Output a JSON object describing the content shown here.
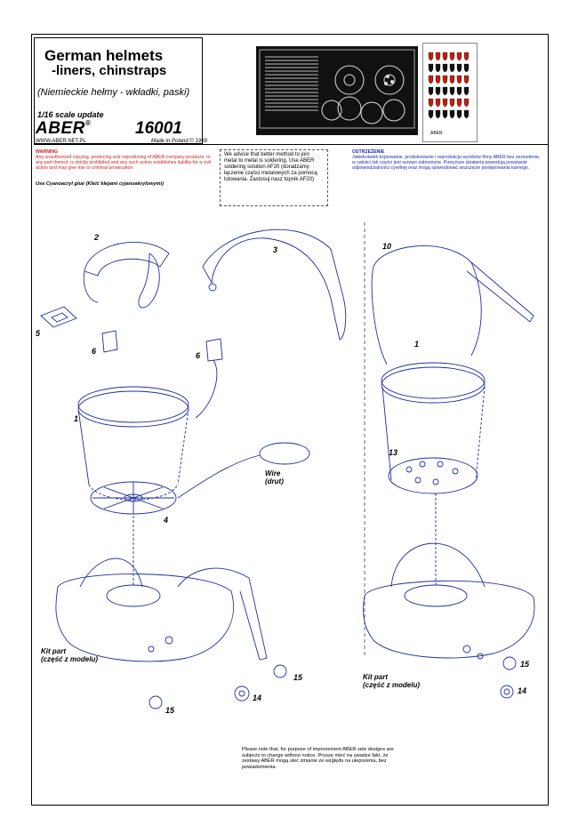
{
  "title": {
    "line1": "German helmets",
    "line2": "-liners, chinstraps",
    "polish": "(Niemieckie hełmy - wkładki, paski)",
    "scale": "1/16 scale update",
    "brand": "ABER",
    "reg": "®",
    "code": "16001",
    "url": "WWW.ABER.NET.PL",
    "made": "Made in Poland © 1999"
  },
  "warning": {
    "heading": "WARNING",
    "text": "Any unauthorized copying, producing and reproducing of ABER company products, or any part thereof, is strictly prohibited and any such action establishes liability for a civil action and may give rise to criminal prosecution.",
    "glue": "Use Cyanoacryl glue (Kleić klejami cyjanoakrylowymi)"
  },
  "tip": {
    "text": "We advise that better method to join metal to metal is soldering. Use ABER soldering solution AF20 (doradzamy łączenie części metalowych za pomocą lutowania. Zastosuj nasz topnik AF20)"
  },
  "ostrzezenie": {
    "heading": "OSTRZEŻENIE",
    "text": "Jakiekolwiek kopiowanie, produkowanie i reprodukcja wyrobów firmy ABER bez zezwolenia, w całości lub części jest surowo zabronione. Powyższe działania powodują powstanie odpowiedzialności cywilnej oraz mogą spowodować wszczęcie postępowania karnego."
  },
  "footer_note": "Please note that, for purpose of improvement ABER sets designs are subjects to change without notice. Proszę mieć na uwadze fakt, że zestawy ABER mogą ulec zmianie ze względu na ulepszenia, bez powiadomienia.",
  "labels": {
    "p2": "2",
    "p3": "3",
    "p5": "5",
    "p6a": "6",
    "p6b": "6",
    "p1a": "1",
    "p4": "4",
    "p10": "10",
    "p1b": "1",
    "p13": "13",
    "p15a": "15",
    "p14a": "14",
    "p15b": "15",
    "p15c": "15",
    "p14b": "14",
    "wire": "Wire",
    "wire_pl": "(drut)",
    "kit1": "Kit part",
    "kit1_pl": "(część z modelu)",
    "kit2": "Kit part",
    "kit2_pl": "(część z modelu)"
  },
  "colors": {
    "line": "#1f2f9e",
    "warning": "#d21b1b",
    "polish": "#1a2bb6"
  }
}
